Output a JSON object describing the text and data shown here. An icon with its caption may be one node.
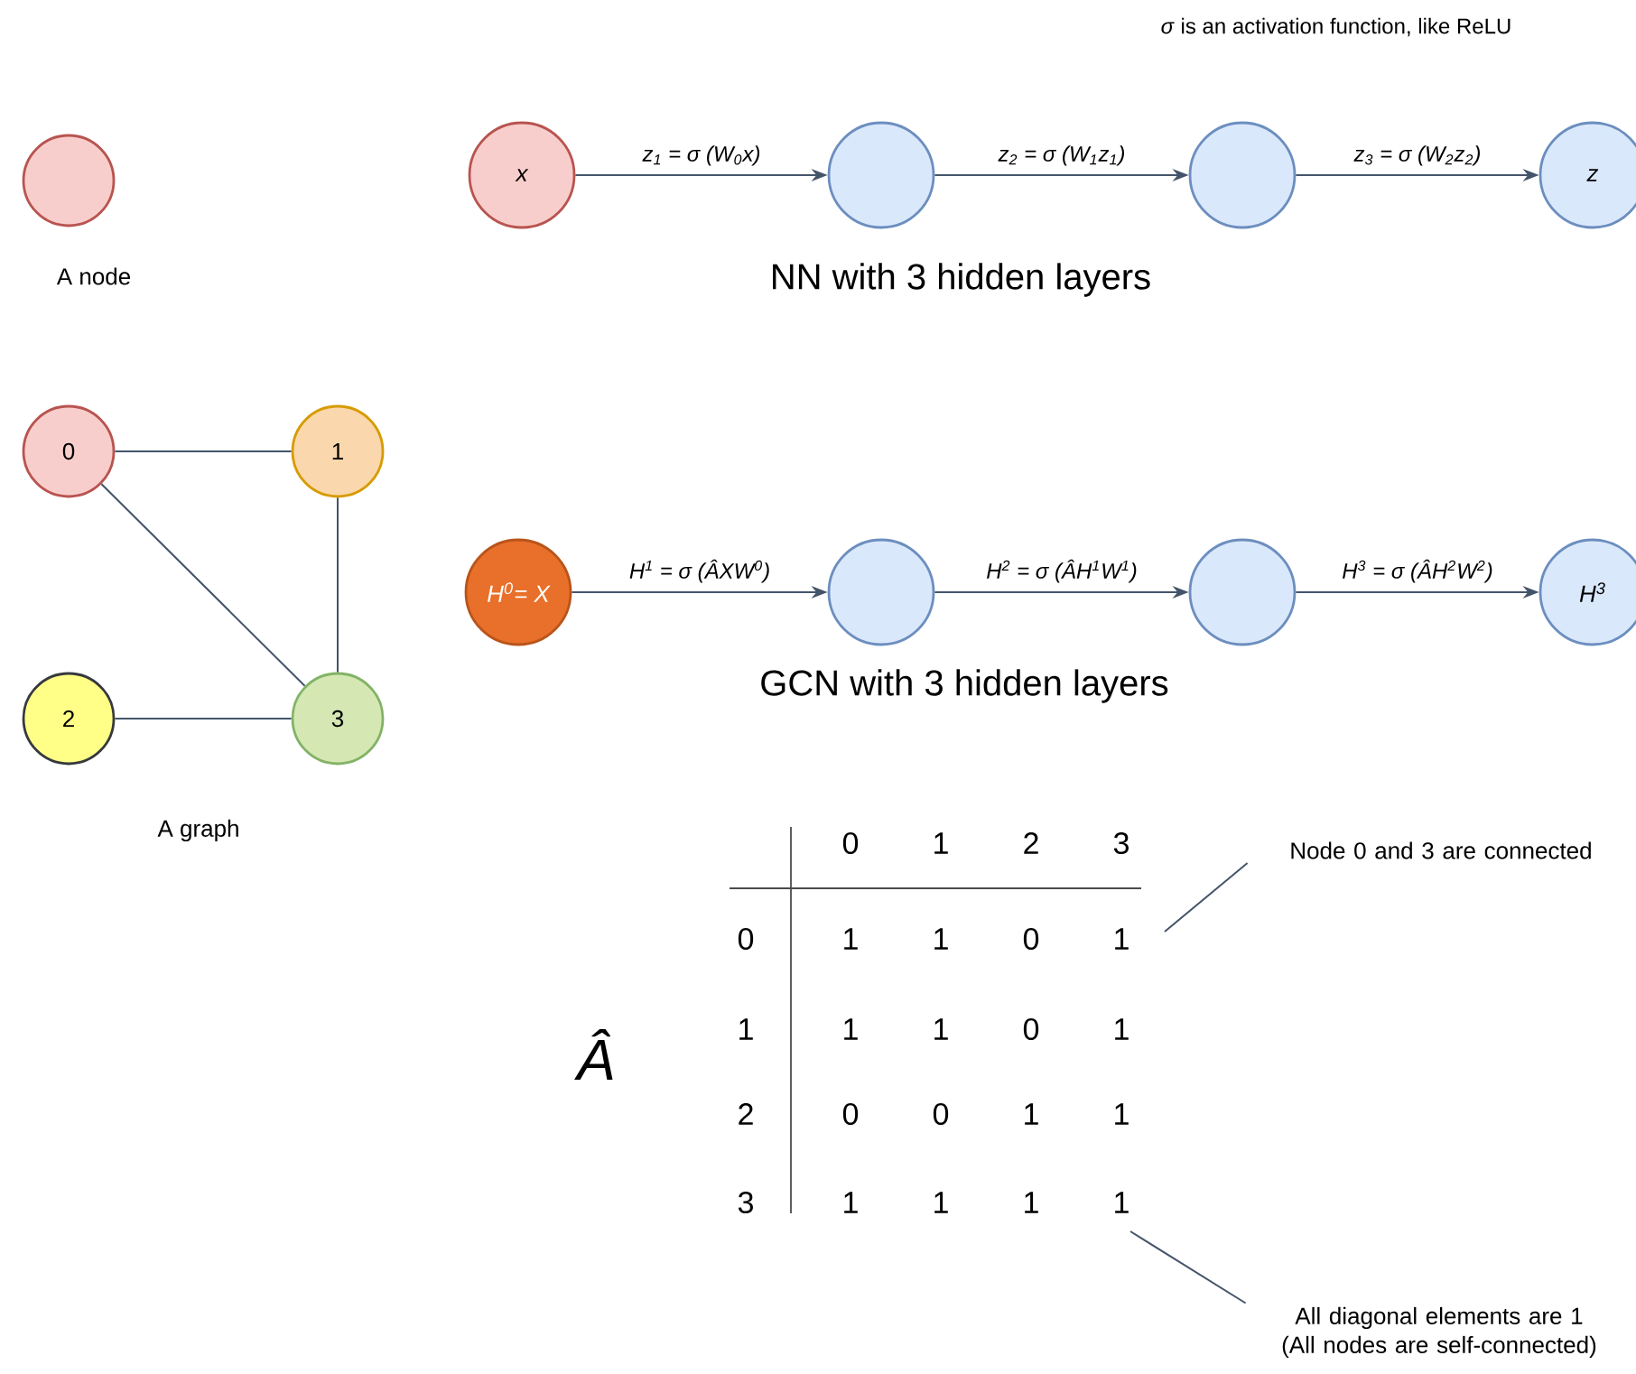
{
  "diagram": {
    "nodes": [
      {
        "text": [],
        "shape": "circle",
        "beside": [
          "A node"
        ]
      },
      {
        "text": [
          "0"
        ]
      },
      {
        "text": [
          "1"
        ]
      },
      {
        "text": [
          "2"
        ]
      },
      {
        "text": [
          "3"
        ]
      },
      {
        "text": [
          "x"
        ]
      },
      {
        "text": [],
        "shape": "circle"
      },
      {
        "text": [],
        "shape": "circle"
      },
      {
        "text": [
          "z"
        ]
      },
      {
        "text": [
          "H$^{0}$= X"
        ]
      },
      {
        "text": [],
        "shape": "circle"
      },
      {
        "text": [],
        "shape": "circle"
      },
      {
        "text": [
          "H$^{3}$"
        ]
      },
      {
        "text": [
          "Node 0 and 3 are connected"
        ]
      },
      {
        "text": [
          "All diagonal elements are 1 (All nodes are self-connected)"
        ]
      }
    ],
    "edges": [
      {
        "from": 1,
        "to": 2,
        "arrow": "none"
      },
      {
        "from": 1,
        "to": 4,
        "arrow": "none"
      },
      {
        "from": 2,
        "to": 4,
        "arrow": "none"
      },
      {
        "from": 3,
        "to": 4,
        "arrow": "none"
      },
      {
        "from": 5,
        "to": 6,
        "arrow": "to",
        "label": "z$_{1}$ = σ (W$_{0}$x)"
      },
      {
        "from": 6,
        "to": 7,
        "arrow": "to",
        "label": "z$_{2}$ = σ (W$_{1}$z$_{1}$)"
      },
      {
        "from": 7,
        "to": 8,
        "arrow": "to",
        "label": "z$_{3}$ = σ (W$_{2}$z$_{2}$)"
      },
      {
        "from": 9,
        "to": 10,
        "arrow": "to",
        "label": "H$^{1}$ = σ (ÂXW$^{0}$)"
      },
      {
        "from": 10,
        "to": 11,
        "arrow": "to",
        "label": "H$^{2}$ = σ (ÂH$^{1}$W$^{1}$)"
      },
      {
        "from": 11,
        "to": 12,
        "arrow": "to",
        "label": "H$^{3}$ = σ (ÂH$^{2}$W$^{2}$)"
      },
      {
        "from": 13,
        "to": null,
        "arrow": "none"
      },
      {
        "from": 14,
        "to": null,
        "arrow": "none"
      }
    ],
    "labels": [
      "*σ* is an activation function, like ReLU",
      "NN with 3 hidden layers",
      "GCN with 3 hidden layers",
      "A graph",
      "0",
      "1",
      "2",
      "3",
      "0",
      "1",
      "1",
      "0",
      "1",
      "1",
      "1",
      "1",
      "0",
      "1",
      "2",
      "0",
      "0",
      "1",
      "1",
      "3",
      "1",
      "1",
      "1",
      "1",
      "Â"
    ]
  }
}
